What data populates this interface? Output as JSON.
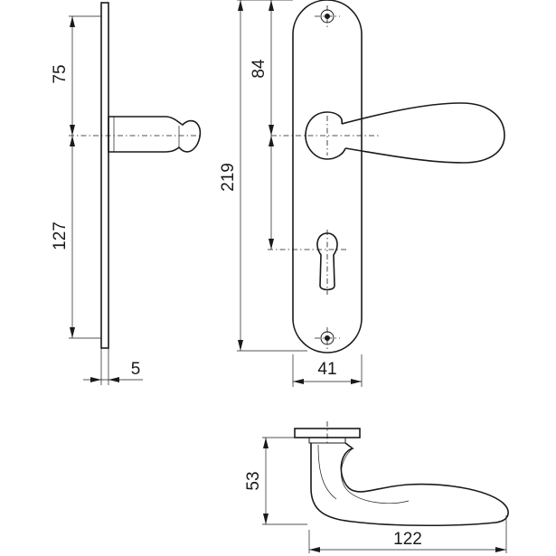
{
  "dimensions": {
    "side_upper": "75",
    "side_lower": "127",
    "plate_thickness": "5",
    "front_handle_to_top": "84",
    "front_total_height": "219",
    "front_plate_width": "41",
    "top_height": "53",
    "top_length": "122"
  }
}
